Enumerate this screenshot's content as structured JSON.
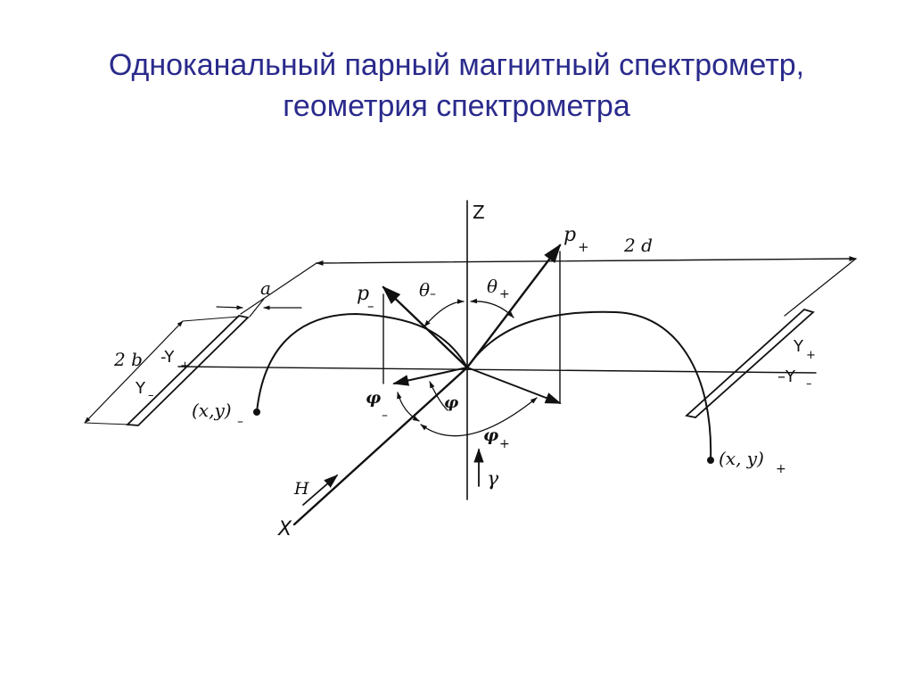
{
  "title": {
    "line1": "Одноканальный парный магнитный спектрометр,",
    "line2": "геометрия спектрометра"
  },
  "diagram": {
    "axis_z": "Z",
    "axis_x": "X",
    "field": "H",
    "gamma": "γ",
    "p_plus": "p",
    "p_plus_sub": "+",
    "p_minus": "p",
    "p_minus_sub": "–",
    "theta_minus": "θ",
    "theta_minus_sub": "–",
    "theta_plus": "θ",
    "theta_plus_sub": "+",
    "phi": "φ",
    "phi_minus": "φ",
    "phi_minus_sub": "–",
    "phi_plus": "φ",
    "phi_plus_sub": "+",
    "dist_2d": "2 d",
    "dist_a": "a",
    "dist_2b": "2 b",
    "left_y_plus": "-Y",
    "left_y_plus_sub": "+",
    "left_y_minus": "Y",
    "left_y_minus_sub": "–",
    "right_y_plus": "Y",
    "right_y_plus_sub": "+",
    "right_y_minus": "–Y",
    "right_y_minus_sub": "–",
    "xy_minus": "(x,y)",
    "xy_minus_sub": "–",
    "xy_plus": "(x, y)",
    "xy_plus_sub": "+"
  },
  "colors": {
    "title": "#2a2a8c",
    "ink": "#111111"
  }
}
